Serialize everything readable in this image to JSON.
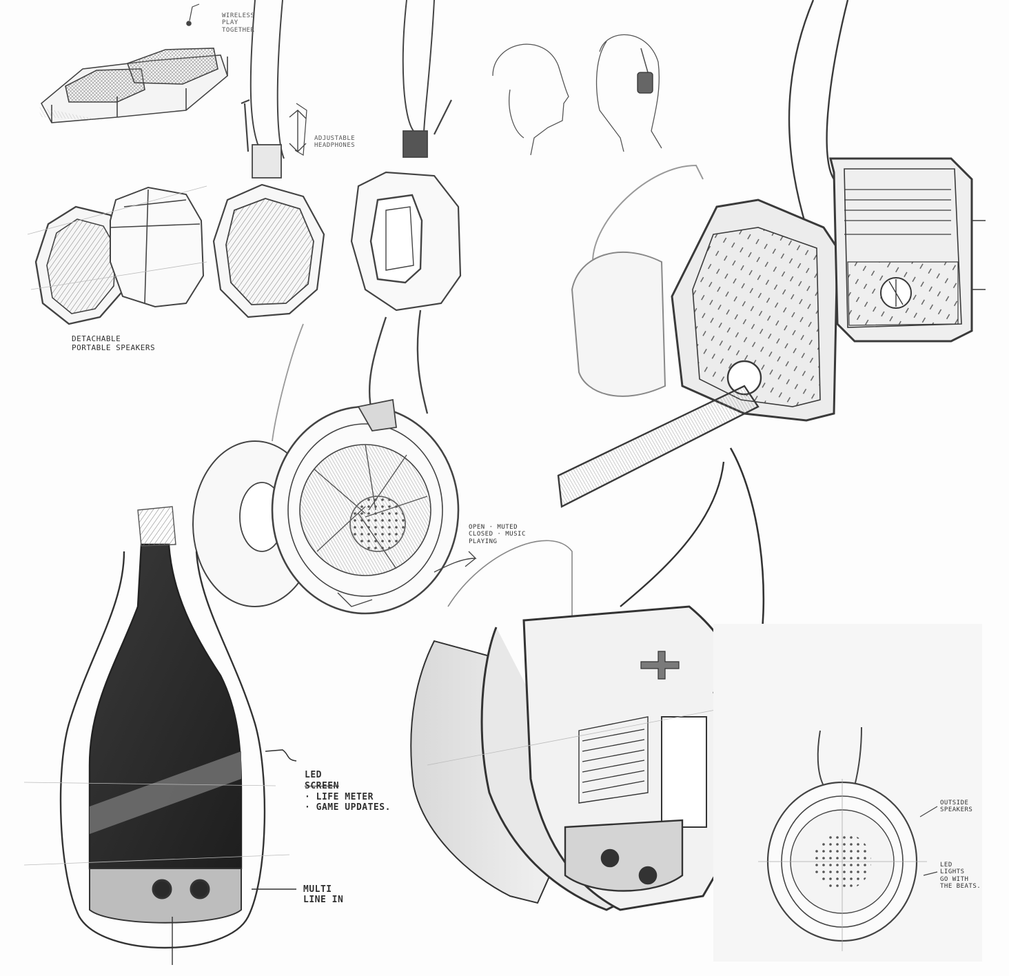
{
  "notes": {
    "wireless": "Wireless\nPlay\ntogether",
    "adjustable": "Adjustable\nheadphones",
    "detachable": "Detachable\nportable speakers",
    "open_muted": "Open · muted\nclosed · music\nplaying",
    "led_title": "LED",
    "led_struck": "screen",
    "led_items": "· Life meter\n· Game updates.",
    "multi_line_in": "Multi\nline in",
    "outside_speakers": "outside\nspeakers",
    "led_lights": "LED\nlights\ngo with\nthe beats."
  },
  "style": {
    "paper": "#fdfdfd",
    "pencil": "#3a3a3a",
    "shade": "#9a9a9a",
    "dark_fill": "#2f2f2f"
  }
}
